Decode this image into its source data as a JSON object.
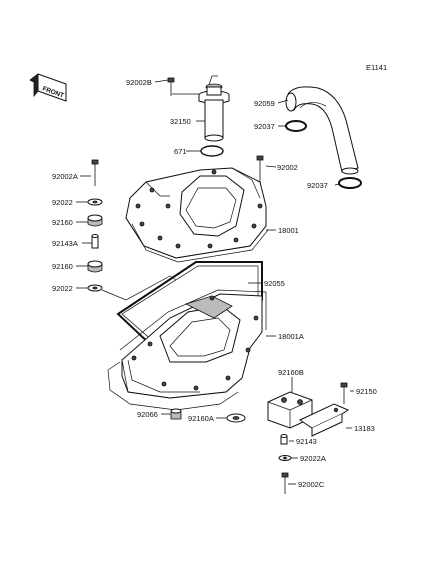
{
  "diagram_code": "E1141",
  "front_badge": "FRONT",
  "labels": {
    "p92002B": "92002B",
    "p32150": "32150",
    "p671": "671",
    "p92059": "92059",
    "p92037_top": "92037",
    "p92037_bottom": "92037",
    "p92002": "92002",
    "p92002A": "92002A",
    "p92022_top": "92022",
    "p92160_top": "92160",
    "p92143A": "92143A",
    "p92160_mid": "92160",
    "p92022_mid": "92022",
    "p18001": "18001",
    "p92055": "92055",
    "p18001A": "18001A",
    "p92160B": "92160B",
    "p92150": "92150",
    "p92066": "92066",
    "p92160A": "92160A",
    "p13183": "13183",
    "p92143": "92143",
    "p92022A": "92022A",
    "p92002C": "92002C"
  }
}
